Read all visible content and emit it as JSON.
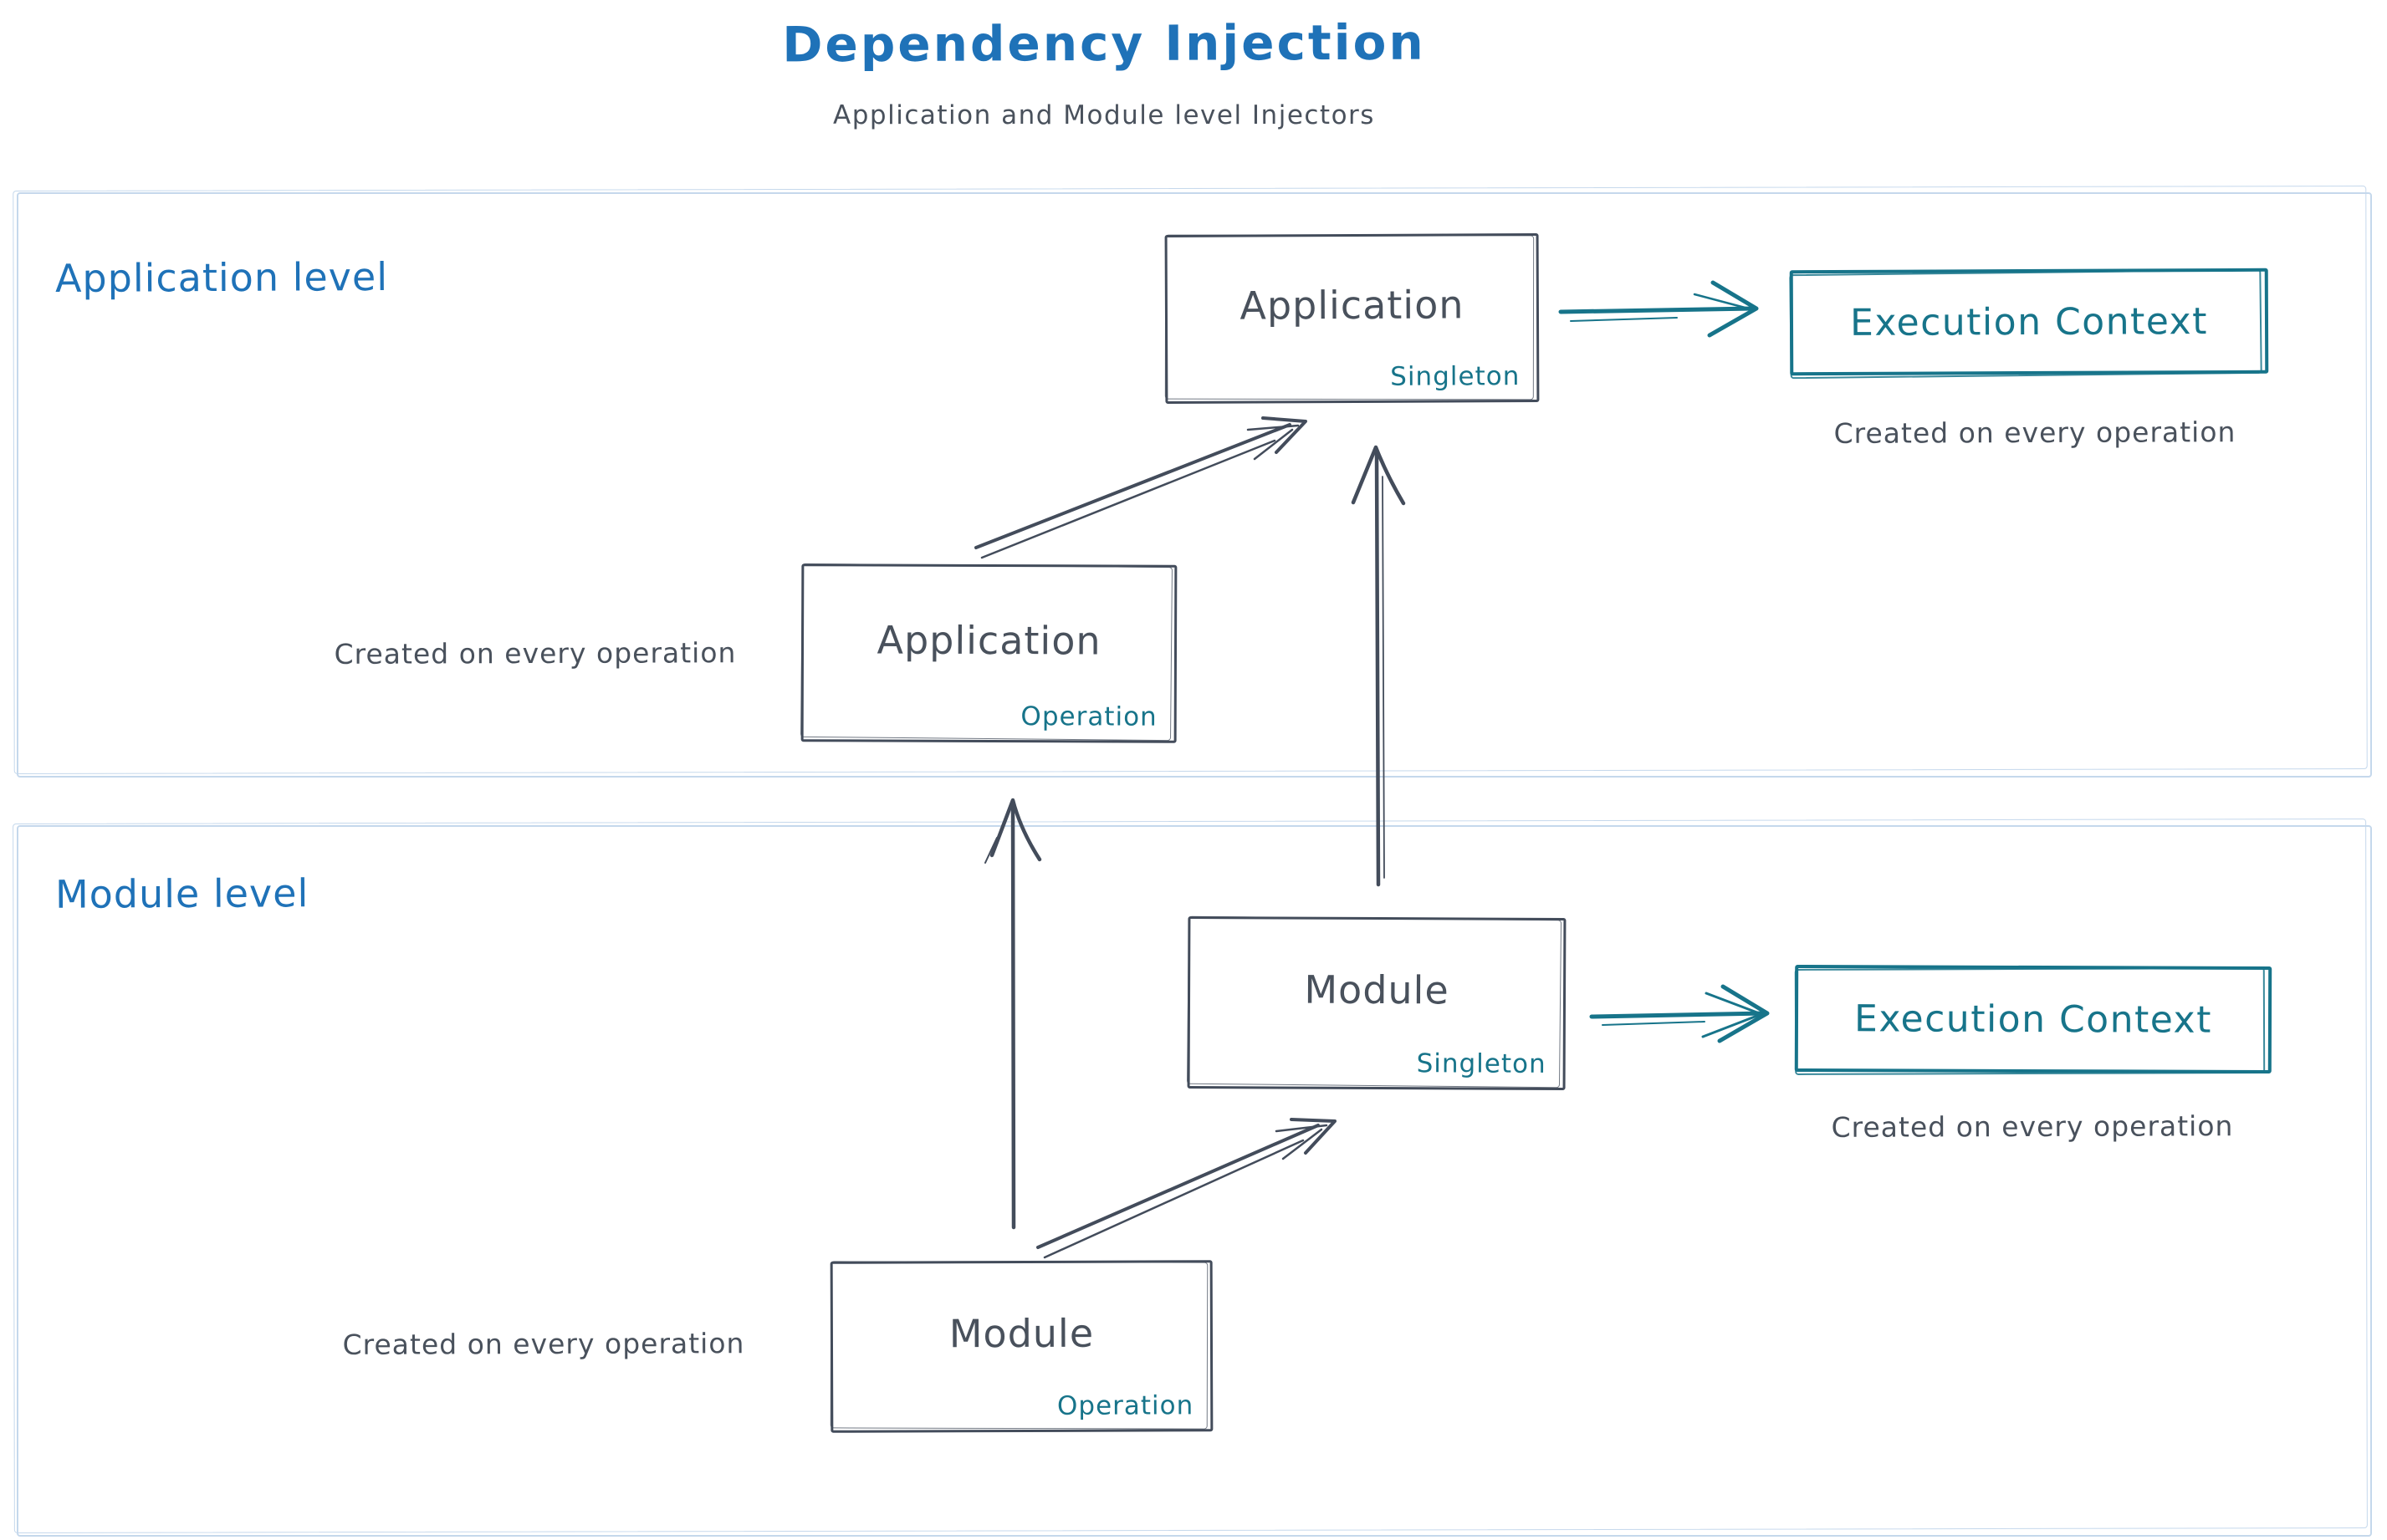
{
  "title": "Dependency Injection",
  "subtitle": "Application and Module level Injectors",
  "colors": {
    "accent_blue": "#1f72b8",
    "accent_teal": "#17748a",
    "ink_dark": "#49515c",
    "box_border": "#434c5b",
    "section_border": "#c5d8ec",
    "background": "#ffffff"
  },
  "sections": [
    {
      "label": "Application level"
    },
    {
      "label": "Module level"
    }
  ],
  "nodes": [
    {
      "name": "application-singleton",
      "title": "Application",
      "badge": "Singleton"
    },
    {
      "name": "application-operation",
      "title": "Application",
      "badge": "Operation"
    },
    {
      "name": "module-singleton",
      "title": "Module",
      "badge": "Singleton"
    },
    {
      "name": "module-operation",
      "title": "Module",
      "badge": "Operation"
    },
    {
      "name": "execution-context-application",
      "title": "Execution Context"
    },
    {
      "name": "execution-context-module",
      "title": "Execution Context"
    }
  ],
  "captions": [
    {
      "name": "execution-context-application",
      "text": "Created on every operation"
    },
    {
      "name": "application-operation",
      "text": "Created on every operation"
    },
    {
      "name": "execution-context-module",
      "text": "Created on every operation"
    },
    {
      "name": "module-operation",
      "text": "Created on every operation"
    }
  ]
}
